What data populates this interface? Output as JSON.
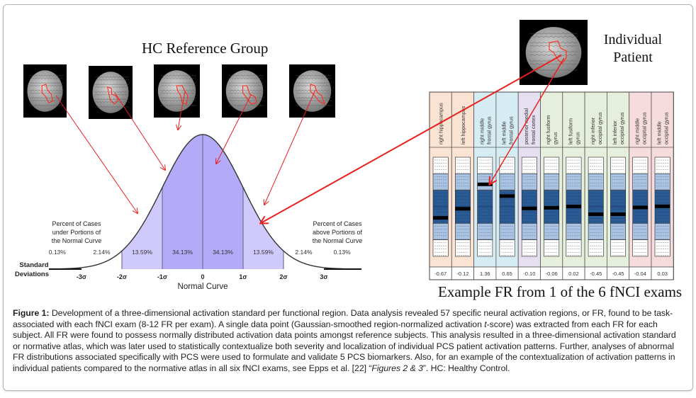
{
  "figure": {
    "hc_title": "HC Reference Group",
    "individual_title_line1": "Individual",
    "individual_title_line2": "Patient",
    "example_title": "Example FR from 1 of the 6 fNCI exams",
    "reference_brain_count": 5
  },
  "normal_curve": {
    "title": "Normal Curve",
    "left_note": [
      "Percent of Cases",
      "under Portions of",
      "the Normal Curve"
    ],
    "right_note": [
      "Percent of Cases",
      "above Portions of",
      "the Normal Curve"
    ],
    "axis_label": [
      "Standard",
      "Deviations"
    ],
    "ticks": [
      "-3σ",
      "-2σ",
      "-1σ",
      "0",
      "1σ",
      "2σ",
      "3σ"
    ],
    "percentages": [
      "0.13%",
      "2.14%",
      "13.59%",
      "34.13%",
      "34.13%",
      "13.59%",
      "2.14%",
      "0.13%"
    ],
    "colors": {
      "inner": "#b3aaf8",
      "outer": "#cfcafb"
    }
  },
  "chart_data": {
    "type": "table",
    "title": "Example FR from 1 of the 6 fNCI exams",
    "columns": [
      {
        "label": "right hippocampus",
        "value": -0.67,
        "bg": "#fbe3d4"
      },
      {
        "label": "left hippocampus",
        "value": -0.12,
        "bg": "#fbe3d4"
      },
      {
        "label": "right middle frontal gyrus",
        "value": 1.36,
        "bg": "#d6ecf3"
      },
      {
        "label": "left middle frontal gyrus",
        "value": 0.65,
        "bg": "#d6ecf3"
      },
      {
        "label": "posterior medial frontal cortex",
        "value": -0.1,
        "bg": "#e5dff0"
      },
      {
        "label": "right fusiform gyrus",
        "value": -0.06,
        "bg": "#e6efdc"
      },
      {
        "label": "left fusiform gyrus",
        "value": 0.02,
        "bg": "#e6efdc"
      },
      {
        "label": "right inferior occipital gyrus",
        "value": -0.45,
        "bg": "#e6efdc"
      },
      {
        "label": "left inferior occipital gyrus",
        "value": -0.45,
        "bg": "#e6efdc"
      },
      {
        "label": "right middle occipital gyrus",
        "value": -0.04,
        "bg": "#f6dcdc"
      },
      {
        "label": "left middle occipital gyrus",
        "value": 0.03,
        "bg": "#f6dcdc"
      }
    ],
    "value_range_sd": [
      -3,
      3
    ],
    "band_colors": {
      "outer": "#ffffff",
      "mid": "#a9c3e5",
      "inner": "#2b5b94"
    }
  },
  "caption": {
    "label": "Figure 1:",
    "text_before_italic": " Development of a three-dimensional activation standard per functional region. Data analysis revealed 57 specific neural activation regions, or FR, found to be task-associated with each fNCI exam (8-12 FR per exam). A single data point (Gaussian-smoothed region-normalized activation ",
    "italic_t": "t",
    "text_after_t": "-score) was extracted from each FR for each subject. All FR were found to possess normally distributed activation data points amongst reference subjects. This analysis resulted in a three-dimensional activation standard or normative atlas, which was later used to statistically contextualize both severity and localization of individual PCS patient activation patterns. Further, analyses of abnormal FR distributions associated specifically with PCS were used to formulate and validate 5 PCS biomarkers. Also, for an example of the contextualization of activation patterns in individual patients compared to the normative atlas in all six fNCI exams, see Epps et al. [22] “",
    "italic_figures": "Figures 2 & 3",
    "text_end": "”. HC: Healthy Control."
  }
}
